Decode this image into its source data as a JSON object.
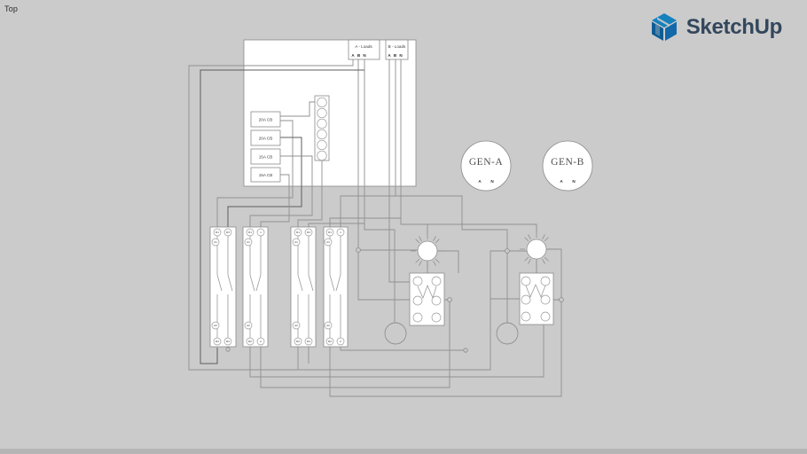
{
  "viewport": {
    "label": "Top"
  },
  "logo": {
    "text": "SketchUp"
  },
  "panel": {
    "loads": [
      {
        "title": "A - Loads",
        "t1": "A",
        "t2": "B",
        "t3": "N"
      },
      {
        "title": "B - Loads",
        "t1": "A",
        "t2": "B",
        "t3": "N"
      }
    ],
    "breakers": [
      {
        "label": "20A CB"
      },
      {
        "label": "20A CB"
      },
      {
        "label": "15A CB"
      },
      {
        "label": "15A CB"
      }
    ]
  },
  "generators": [
    {
      "name": "GEN-A",
      "t1": "A",
      "t2": "N"
    },
    {
      "name": "GEN-B",
      "t1": "A",
      "t2": "N"
    }
  ],
  "relays": [
    {
      "top_left": "R1",
      "top_right": "R3",
      "coil_top": "A1",
      "coil_bottom": "A2",
      "bottom_left": "R2",
      "bottom_right": "R4"
    },
    {
      "top_left": "R1",
      "top_right": "1",
      "coil_top": "A1",
      "coil_bottom": "A2",
      "bottom_left": "R2",
      "bottom_right": "2"
    },
    {
      "top_left": "R1",
      "top_right": "R3",
      "coil_top": "A1",
      "coil_bottom": "A2",
      "bottom_left": "R2",
      "bottom_right": "R4"
    },
    {
      "top_left": "R1",
      "top_right": "1",
      "coil_top": "A1",
      "coil_bottom": "A2",
      "bottom_left": "R2",
      "bottom_right": "2"
    }
  ],
  "colors": {
    "background": "#cbcbcb",
    "wire": "#909090",
    "wire_dark": "#5d5d5d",
    "component_fill": "#ffffff",
    "logo_blue_light": "#1581bd",
    "logo_blue_dark": "#0d5c94",
    "logo_text": "#33475c"
  }
}
